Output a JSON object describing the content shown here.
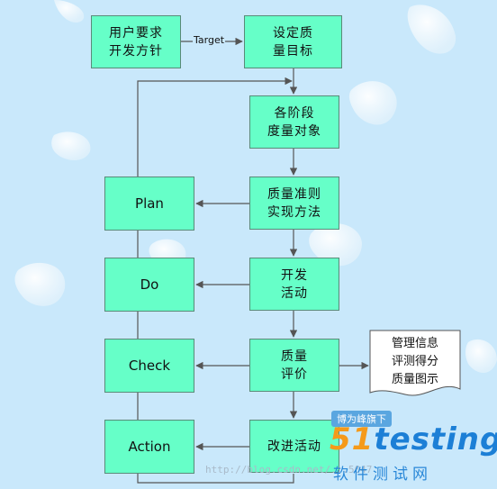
{
  "boxes": {
    "user_req": {
      "line1": "用户要求",
      "line2": "开发方针"
    },
    "quality_goal": {
      "line1": "设定质",
      "line2": "量目标"
    },
    "stage_objects": {
      "line1": "各阶段",
      "line2": "度量对象"
    },
    "quality_rules": {
      "line1": "质量准则",
      "line2": "实现方法"
    },
    "dev_activity": {
      "line1": "开发",
      "line2": "活动"
    },
    "quality_eval": {
      "line1": "质量",
      "line2": "评价"
    },
    "improve": {
      "line1": "改进活动"
    },
    "plan": {
      "label": "Plan"
    },
    "do": {
      "label": "Do"
    },
    "check": {
      "label": "Check"
    },
    "action": {
      "label": "Action"
    }
  },
  "document": {
    "line1": "管理信息",
    "line2": "评测得分",
    "line3": "质量图示"
  },
  "edge_labels": {
    "target": "Target"
  },
  "watermark": {
    "badge": "博为峰旗下",
    "brand_num": "51",
    "brand_text": "testing",
    "subtitle": "软件测试网",
    "url": "http://blog.csdn.net/...5047"
  },
  "colors": {
    "box_fill": "#66ffc8",
    "background": "#c9e8fb",
    "line": "#555555"
  }
}
